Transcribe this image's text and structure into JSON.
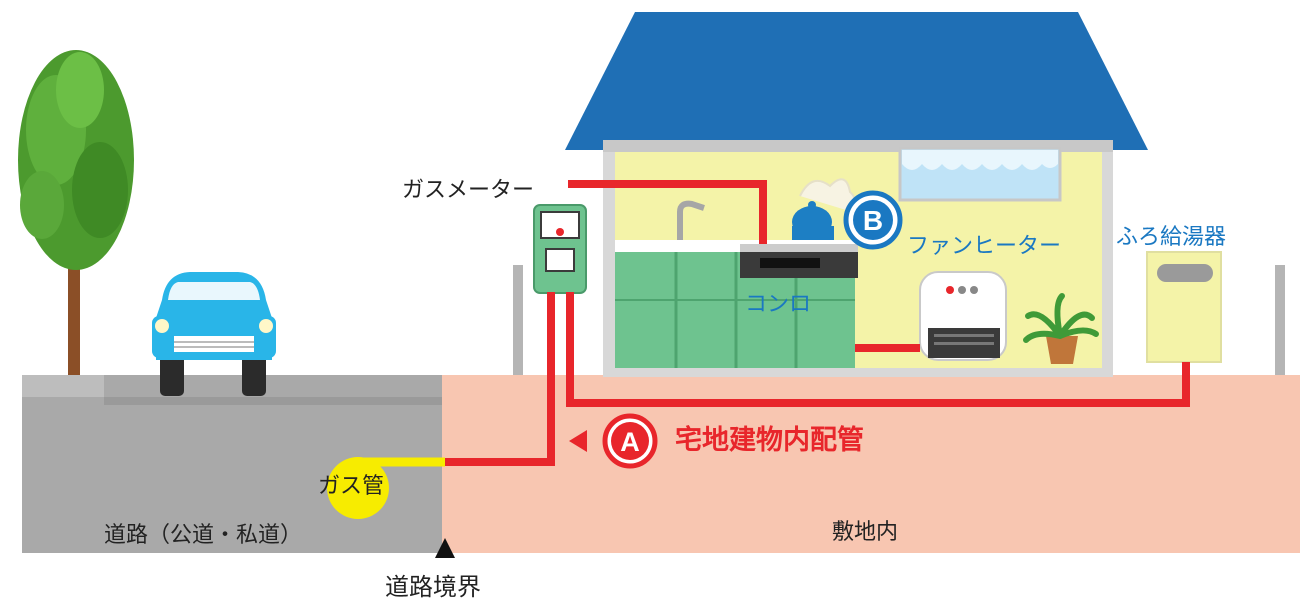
{
  "labels": {
    "gas_meter": "ガスメーター",
    "stove": "コンロ",
    "fan_heater": "ファンヒーター",
    "water_heater": "ふろ給湯器",
    "gas_pipe": "ガス管",
    "road": "道路（公道・私道）",
    "premises": "敷地内",
    "road_boundary": "道路境界",
    "indoor_piping": "宅地建物内配管",
    "marker_a": "A",
    "marker_b": "B"
  },
  "colors": {
    "roof": "#1f6fb5",
    "wall": "#f4f3a8",
    "road": "#a9a9a9",
    "premises_ground": "#f8c6b1",
    "indoor_pipe": "#e8262b",
    "street_pipe": "#f7ec00",
    "label_blue": "#1a78c2",
    "label_red": "#e8262b"
  }
}
